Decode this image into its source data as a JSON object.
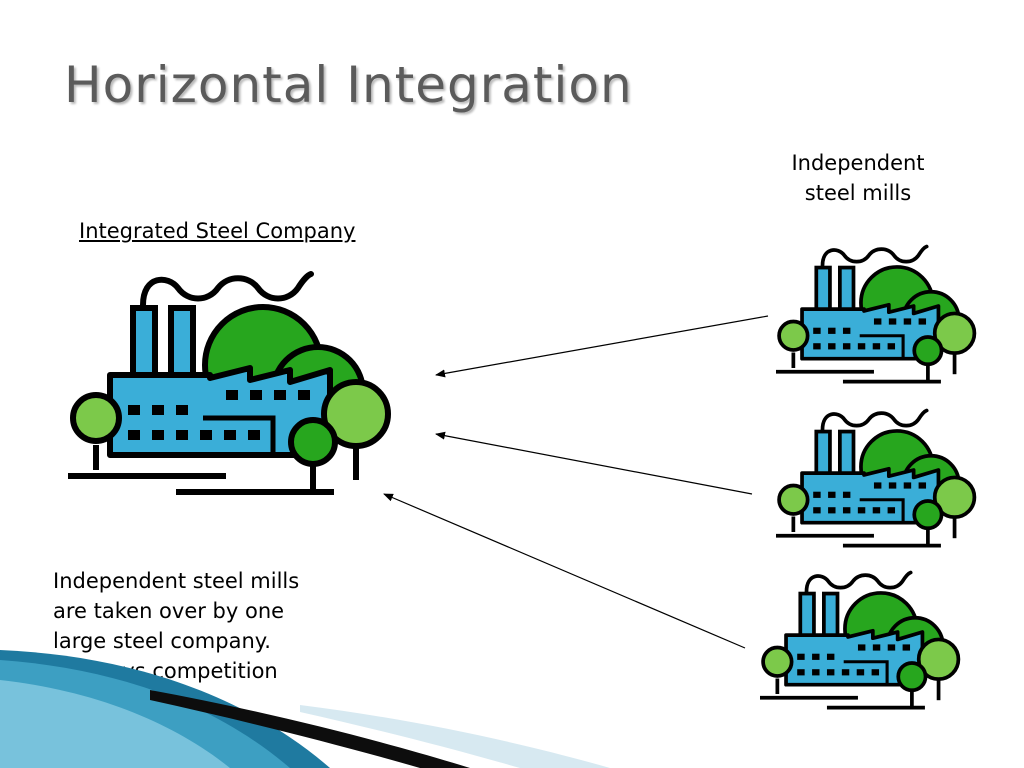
{
  "slide": {
    "title": "Horizontal Integration",
    "company_label": "Integrated  Steel Company",
    "independent_label_line1": "Independent",
    "independent_label_line2": "steel mills",
    "description": [
      "Independent steel mills",
      "are taken over by one",
      "large steel company.",
      "Destroys competition"
    ]
  },
  "icons": {
    "large_factory": "factory-icon",
    "small_factories": [
      "factory-icon",
      "factory-icon",
      "factory-icon"
    ]
  },
  "colors": {
    "factory_body": "#3aaed8",
    "tree_dark": "#27a61e",
    "tree_light": "#7cc94a",
    "title_text": "#5b5b5b"
  }
}
